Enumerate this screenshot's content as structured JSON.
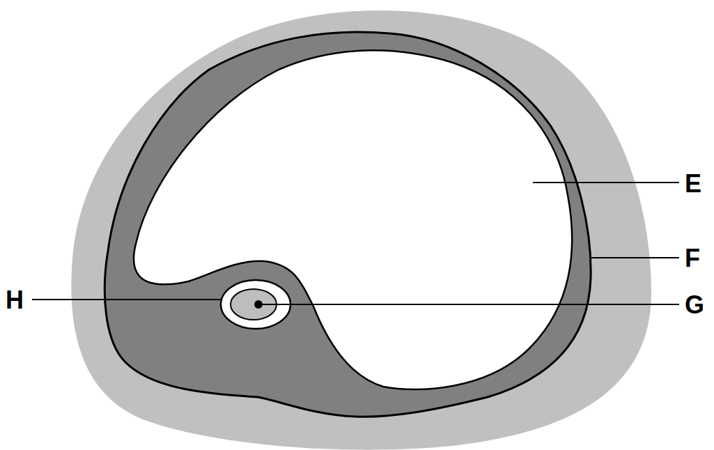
{
  "diagram": {
    "labels": [
      "E",
      "F",
      "G",
      "H"
    ]
  }
}
